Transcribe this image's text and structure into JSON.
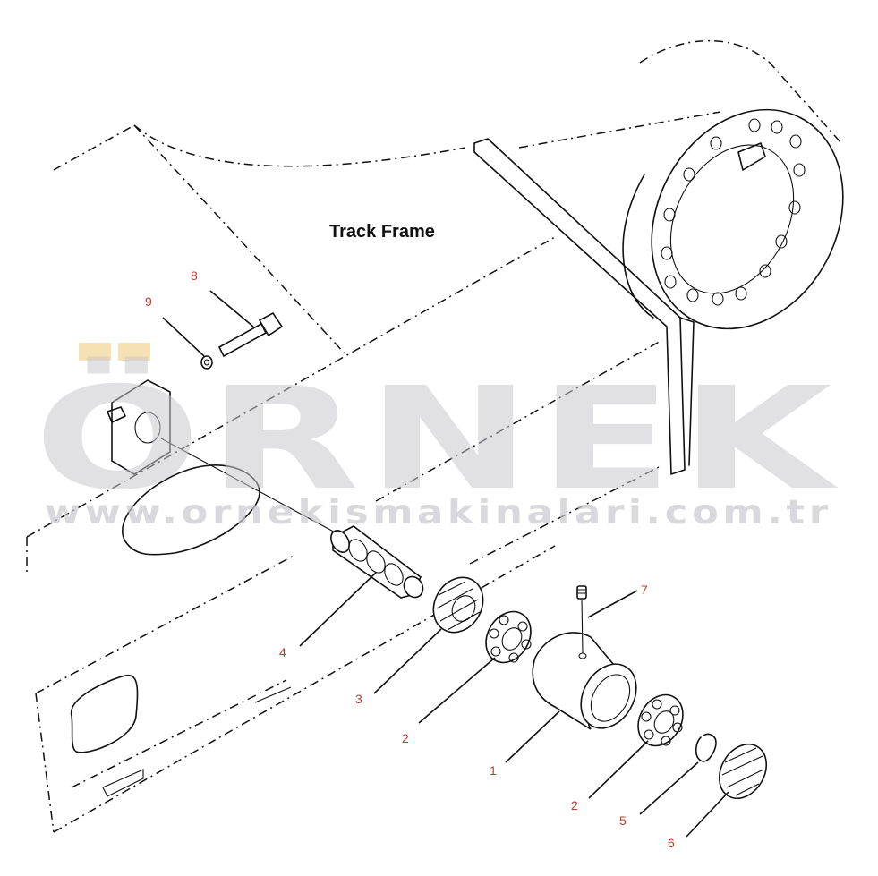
{
  "diagram": {
    "frame_label": "Track Frame",
    "callouts": [
      {
        "id": "c1",
        "text": "1"
      },
      {
        "id": "c2a",
        "text": "2"
      },
      {
        "id": "c2b",
        "text": "2"
      },
      {
        "id": "c3",
        "text": "3"
      },
      {
        "id": "c4",
        "text": "4"
      },
      {
        "id": "c5",
        "text": "5"
      },
      {
        "id": "c6",
        "text": "6"
      },
      {
        "id": "c7",
        "text": "7"
      },
      {
        "id": "c8",
        "text": "8"
      },
      {
        "id": "c9",
        "text": "9"
      }
    ]
  },
  "watermark": {
    "brand": "ÖRNEK",
    "url": "www.ornekismakinalari.com.tr",
    "accent_color": "#f3d9a0",
    "text_color": "#c9c9cf"
  }
}
